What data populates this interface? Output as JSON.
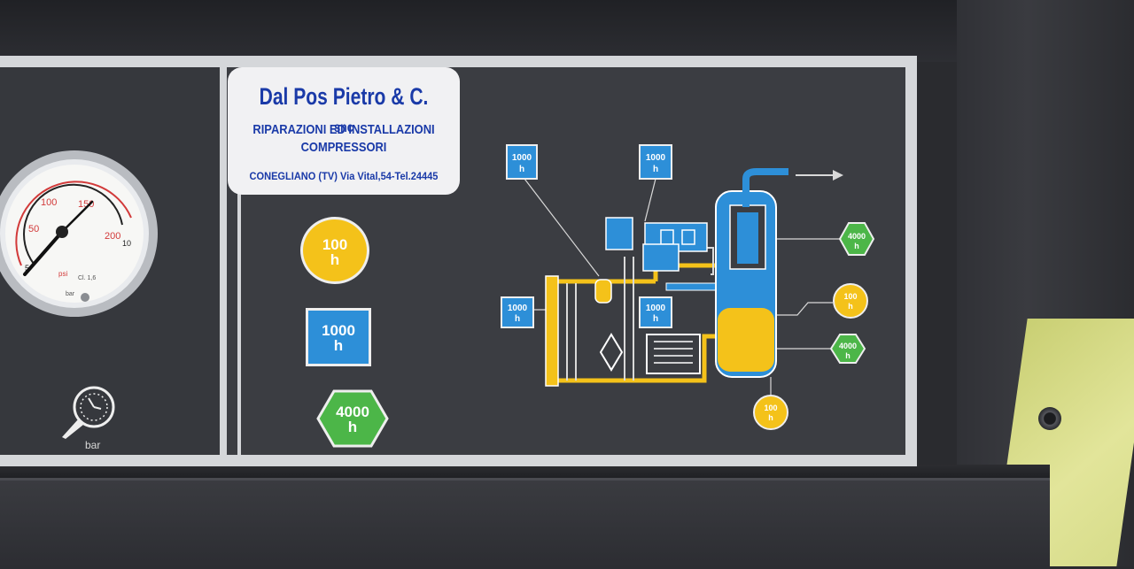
{
  "sticker": {
    "company": "Dal Pos Pietro & C.",
    "company_suffix": "snc",
    "line2": "RIPARAZIONI ED INSTALLAZIONI",
    "line3": "COMPRESSORI",
    "address": "CONEGLIANO (TV) Via Vital,54-Tel.24445"
  },
  "gauge": {
    "outer_ticks": [
      "50",
      "100",
      "150",
      "200"
    ],
    "inner_ticks": [
      "5",
      "10"
    ],
    "units": [
      "psi",
      "bar"
    ],
    "class_label": "Cl. 1,6"
  },
  "bar_icon_label": "bar",
  "legend": {
    "yellow": {
      "value": "100",
      "unit": "h"
    },
    "blue": {
      "value": "1000",
      "unit": "h"
    },
    "green": {
      "value": "4000",
      "unit": "h"
    }
  },
  "diagram_tags": {
    "blue_a": {
      "value": "1000",
      "unit": "h"
    },
    "blue_b": {
      "value": "1000",
      "unit": "h"
    },
    "blue_c": {
      "value": "1000",
      "unit": "h"
    },
    "blue_d": {
      "value": "1000",
      "unit": "h"
    },
    "green_a": {
      "value": "4000",
      "unit": "h"
    },
    "green_b": {
      "value": "4000",
      "unit": "h"
    },
    "yellow_a": {
      "value": "100",
      "unit": "h"
    },
    "yellow_b": {
      "value": "100",
      "unit": "h"
    }
  },
  "colors": {
    "service_100h": "#f4c21a",
    "service_1000h": "#2d8fd8",
    "service_4000h": "#4cb648",
    "sticker_text": "#1a3aa8",
    "panel": "#3b3d42"
  }
}
